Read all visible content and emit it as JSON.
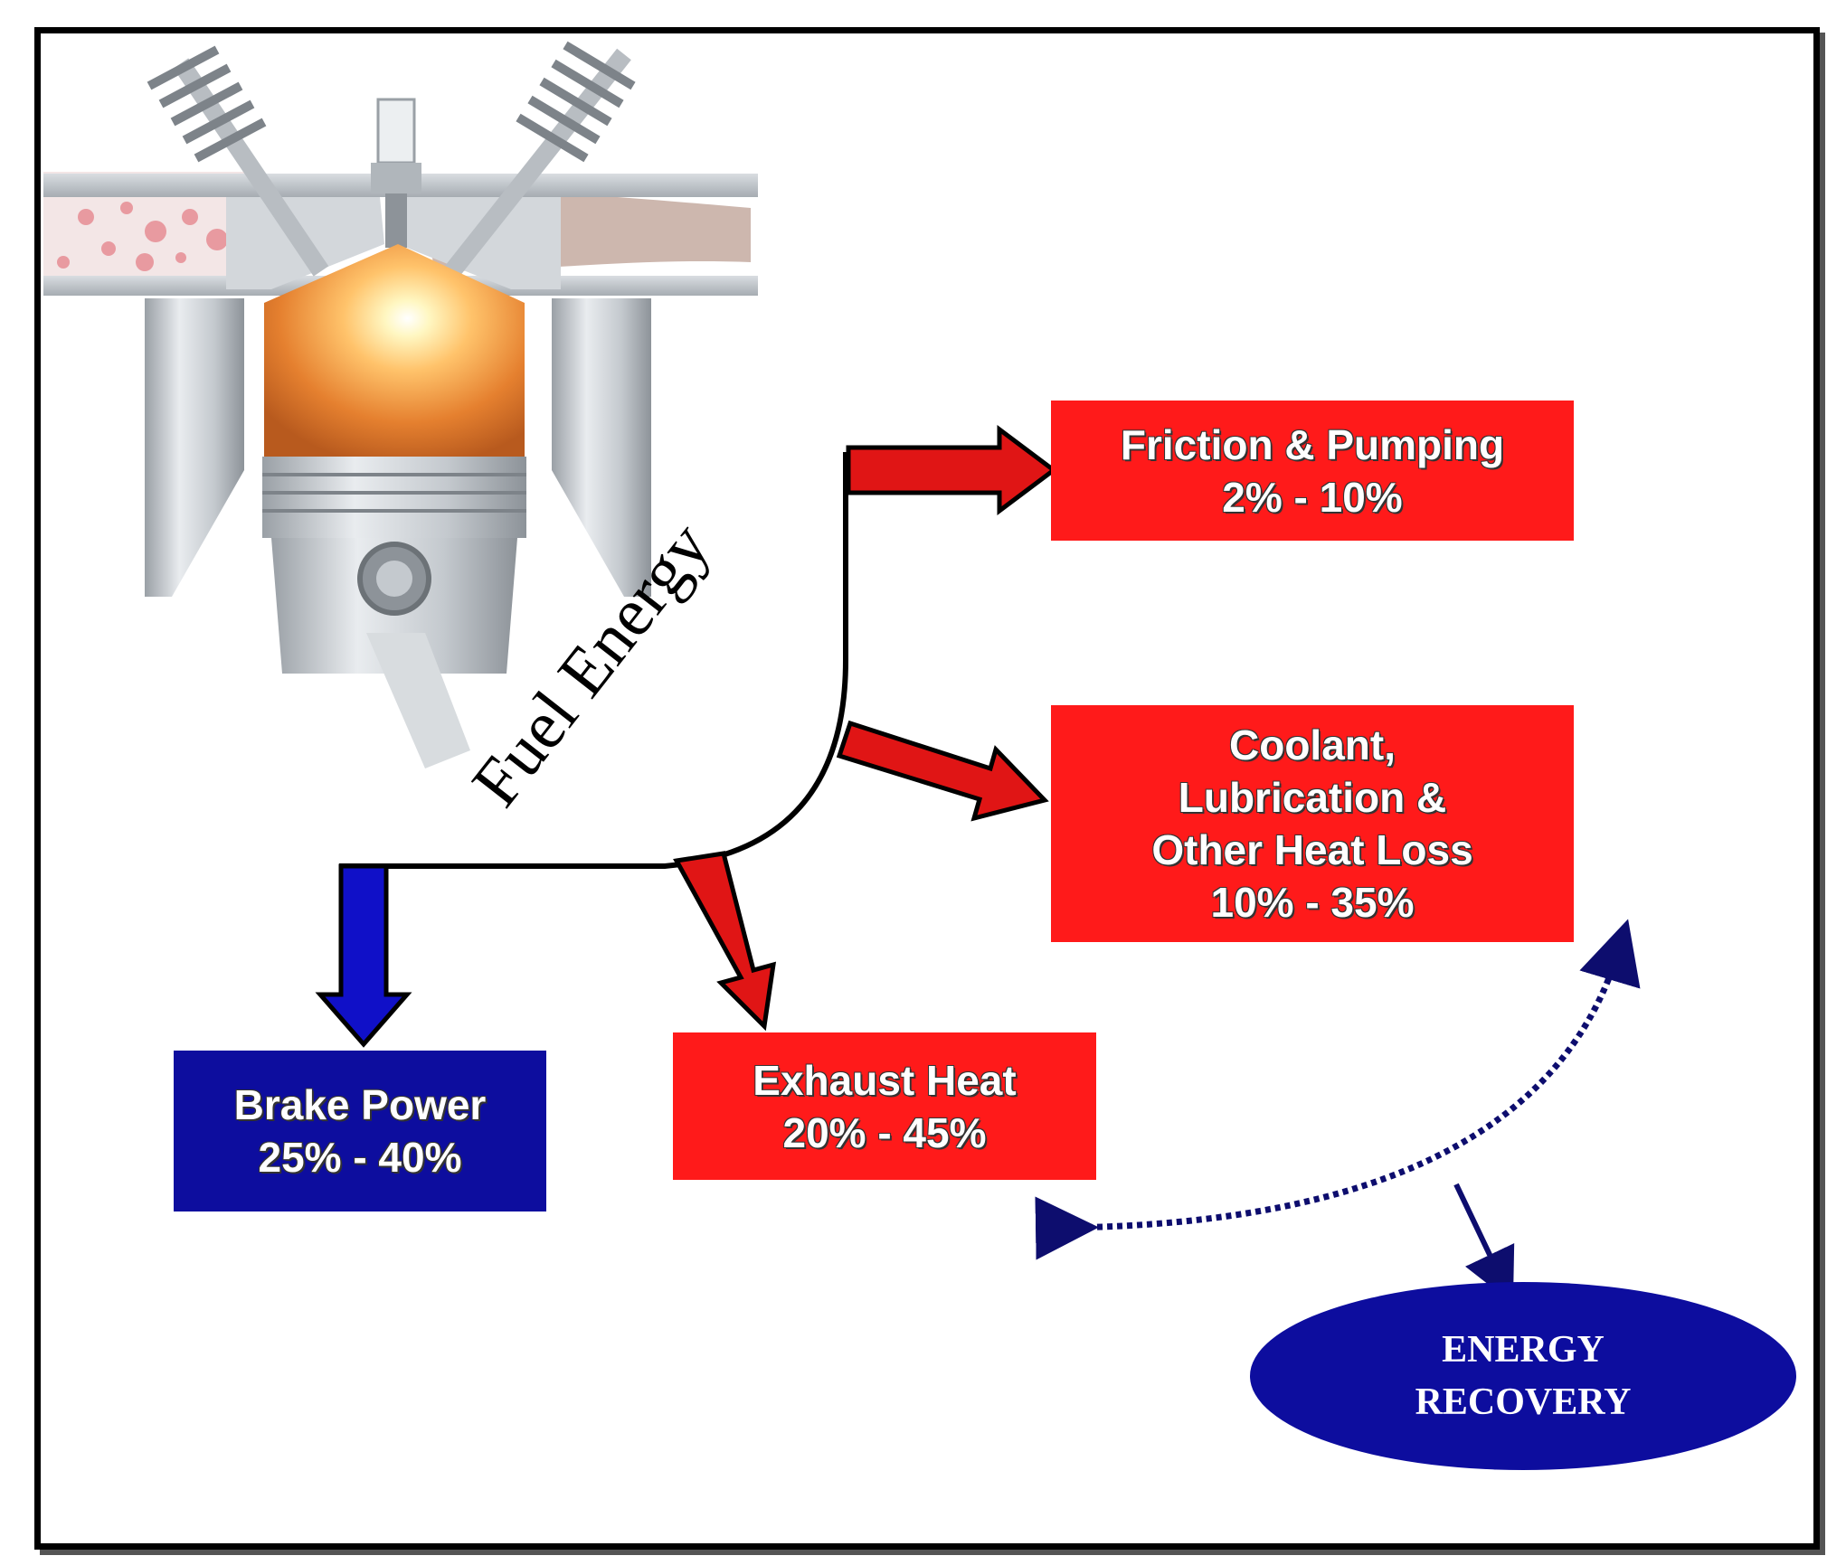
{
  "diagram": {
    "fuel_label": "Fuel Energy",
    "boxes": {
      "friction": {
        "title": "Friction & Pumping",
        "range": "2% - 10%"
      },
      "coolant": {
        "line1": "Coolant,",
        "line2": "Lubrication &",
        "line3": "Other Heat Loss",
        "range": "10% - 35%"
      },
      "exhaust": {
        "title": "Exhaust Heat",
        "range": "20% - 45%"
      },
      "brake": {
        "title": "Brake Power",
        "range": "25% - 40%"
      }
    },
    "recovery": {
      "line1": "ENERGY",
      "line2": "RECOVERY"
    }
  },
  "colors": {
    "loss": "#ff1a1a",
    "useful": "#0d0d9e",
    "recovery": "#0d0d9e",
    "outline": "#000000"
  }
}
